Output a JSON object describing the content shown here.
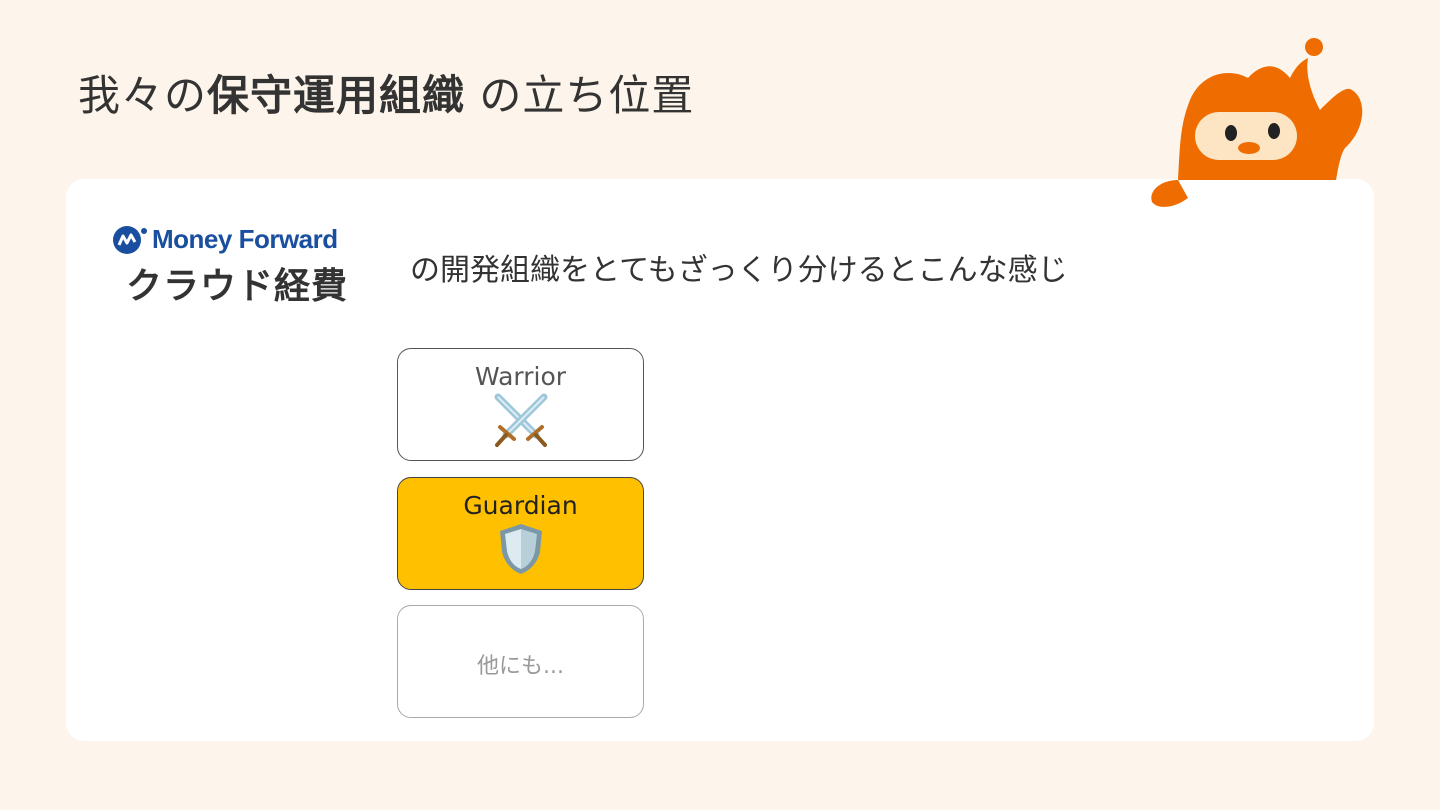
{
  "title": {
    "prefix": "我々の",
    "emphasis": "保守運用組織",
    "suffix": " の立ち位置"
  },
  "logo": {
    "brand": "Money Forward",
    "product": "クラウド経費"
  },
  "subtitle": "の開発組織をとてもざっくり分けるとこんな感じ",
  "roles": [
    {
      "label": "Warrior",
      "icon": "crossed-swords-icon",
      "highlight": false
    },
    {
      "label": "Guardian",
      "icon": "shield-icon",
      "highlight": true,
      "color": "#ffc000"
    },
    {
      "label": "他にも...",
      "icon": null,
      "highlight": false
    }
  ],
  "colors": {
    "background": "#fdf5eb",
    "card": "#ffffff",
    "accent": "#ffc000",
    "mascot": "#ef6c00",
    "brand": "#1a4fa0"
  },
  "mascot": {
    "icon": "orange-mascot-icon"
  }
}
